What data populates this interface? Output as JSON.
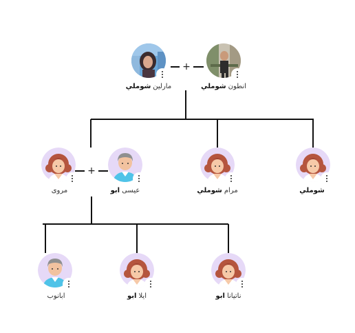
{
  "tree": {
    "generation1": {
      "partners": [
        {
          "key": "marleen",
          "first": "مارلين",
          "last": "شوملي",
          "avatar": "photo-woman-icon",
          "menu": "more-vertical-icon"
        },
        {
          "key": "anton",
          "first": "انطون",
          "last": "شوملي",
          "avatar": "photo-man-icon",
          "menu": "more-vertical-icon"
        }
      ],
      "link_symbol": "+"
    },
    "generation2": {
      "couple": {
        "partners": [
          {
            "key": "marwa",
            "first": "مروى",
            "last": "",
            "avatar": "woman-avatar-icon",
            "menu": "more-vertical-icon"
          },
          {
            "key": "issa",
            "first": "عيسى",
            "last": "ابو",
            "avatar": "man-avatar-icon",
            "menu": "more-vertical-icon"
          }
        ],
        "link_symbol": "+"
      },
      "children": [
        {
          "key": "maram",
          "first": "مرام",
          "last": "شوملي",
          "avatar": "woman-avatar-icon",
          "menu": "more-vertical-icon"
        },
        {
          "key": "cut",
          "first": "",
          "last": "شوملي",
          "avatar": "woman-avatar-icon",
          "menu": "more-vertical-icon"
        }
      ]
    },
    "generation3": {
      "children": [
        {
          "key": "anob",
          "first": "ابانوب",
          "last": "",
          "avatar": "man-avatar-icon",
          "menu": "more-vertical-icon"
        },
        {
          "key": "ayla",
          "first": "ايلا",
          "last": "ابو",
          "avatar": "woman-avatar-icon",
          "menu": "more-vertical-icon"
        },
        {
          "key": "natiana",
          "first": "ناتيانا",
          "last": "ابو",
          "avatar": "woman-avatar-icon",
          "menu": "more-vertical-icon"
        }
      ]
    }
  },
  "colors": {
    "line": "#111111",
    "avatar_bg": "#e6d9f7",
    "name_text": "#333333"
  }
}
